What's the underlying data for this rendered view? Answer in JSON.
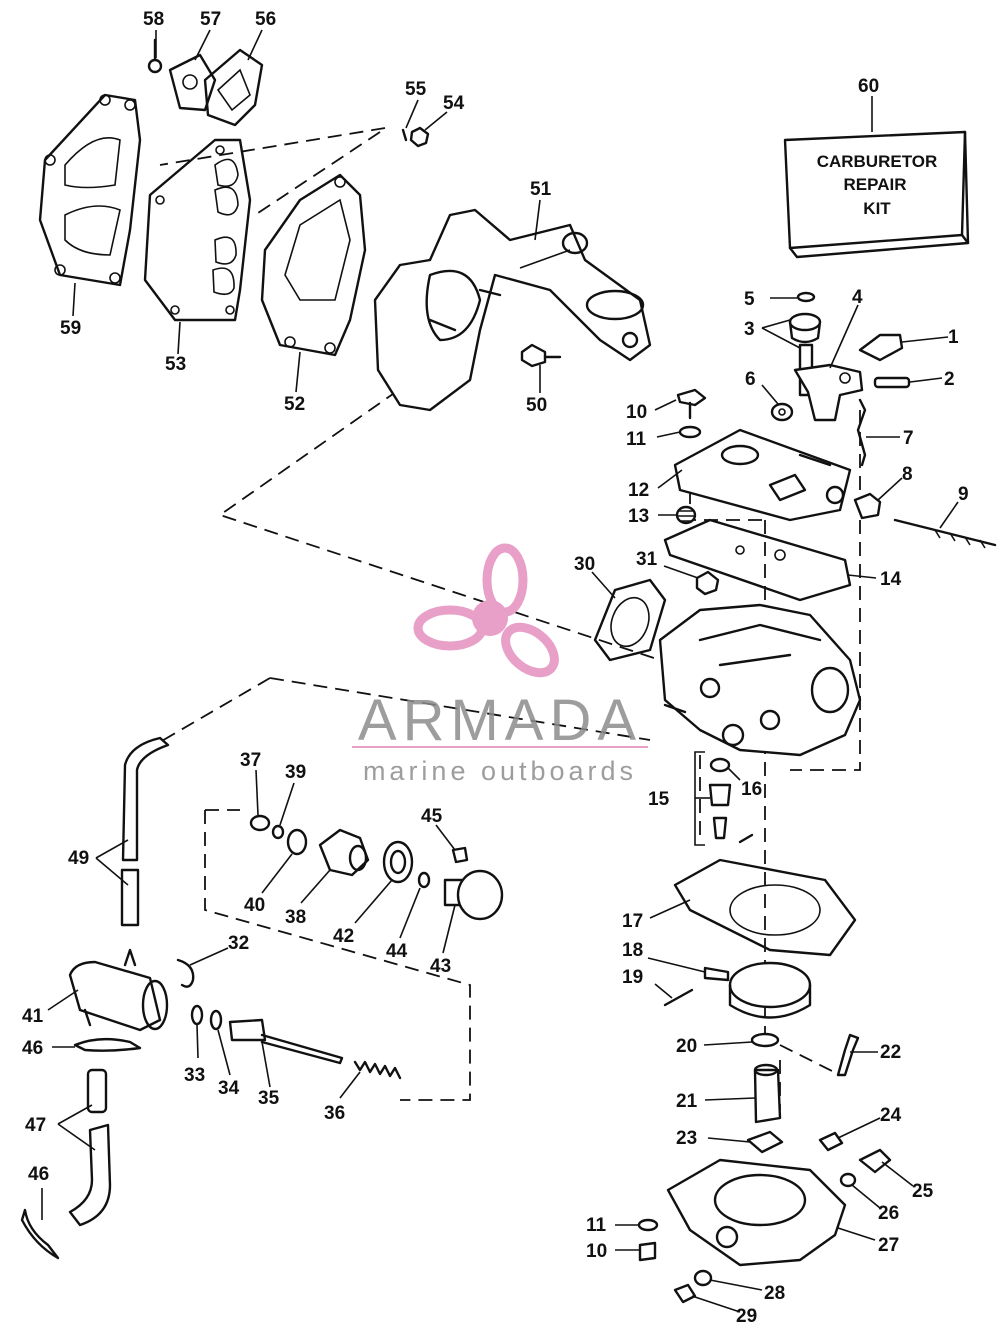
{
  "kit": {
    "line1": "CARBURETOR",
    "line2": "REPAIR",
    "line3": "KIT"
  },
  "watermark": {
    "brand": "ARMADA",
    "tagline": "marine outboards",
    "accent": "#e8a0c8"
  },
  "labels": [
    {
      "id": "58",
      "text": "58"
    },
    {
      "id": "57",
      "text": "57"
    },
    {
      "id": "56",
      "text": "56"
    },
    {
      "id": "55",
      "text": "55"
    },
    {
      "id": "54",
      "text": "54"
    },
    {
      "id": "60",
      "text": "60"
    },
    {
      "id": "51",
      "text": "51"
    },
    {
      "id": "59",
      "text": "59"
    },
    {
      "id": "53",
      "text": "53"
    },
    {
      "id": "52",
      "text": "52"
    },
    {
      "id": "50",
      "text": "50"
    },
    {
      "id": "5",
      "text": "5"
    },
    {
      "id": "4",
      "text": "4"
    },
    {
      "id": "3",
      "text": "3"
    },
    {
      "id": "1",
      "text": "1"
    },
    {
      "id": "2",
      "text": "2"
    },
    {
      "id": "6",
      "text": "6"
    },
    {
      "id": "10a",
      "text": "10"
    },
    {
      "id": "11a",
      "text": "11"
    },
    {
      "id": "7",
      "text": "7"
    },
    {
      "id": "12",
      "text": "12"
    },
    {
      "id": "8",
      "text": "8"
    },
    {
      "id": "9",
      "text": "9"
    },
    {
      "id": "13",
      "text": "13"
    },
    {
      "id": "14",
      "text": "14"
    },
    {
      "id": "30",
      "text": "30"
    },
    {
      "id": "31",
      "text": "31"
    },
    {
      "id": "37",
      "text": "37"
    },
    {
      "id": "39",
      "text": "39"
    },
    {
      "id": "16",
      "text": "16"
    },
    {
      "id": "15",
      "text": "15"
    },
    {
      "id": "45",
      "text": "45"
    },
    {
      "id": "49",
      "text": "49"
    },
    {
      "id": "40",
      "text": "40"
    },
    {
      "id": "38",
      "text": "38"
    },
    {
      "id": "42",
      "text": "42"
    },
    {
      "id": "44",
      "text": "44"
    },
    {
      "id": "43",
      "text": "43"
    },
    {
      "id": "17",
      "text": "17"
    },
    {
      "id": "32",
      "text": "32"
    },
    {
      "id": "18",
      "text": "18"
    },
    {
      "id": "19",
      "text": "19"
    },
    {
      "id": "41",
      "text": "41"
    },
    {
      "id": "46a",
      "text": "46"
    },
    {
      "id": "20",
      "text": "20"
    },
    {
      "id": "22",
      "text": "22"
    },
    {
      "id": "33",
      "text": "33"
    },
    {
      "id": "34",
      "text": "34"
    },
    {
      "id": "35",
      "text": "35"
    },
    {
      "id": "36",
      "text": "36"
    },
    {
      "id": "21",
      "text": "21"
    },
    {
      "id": "47",
      "text": "47"
    },
    {
      "id": "24",
      "text": "24"
    },
    {
      "id": "23",
      "text": "23"
    },
    {
      "id": "46b",
      "text": "46"
    },
    {
      "id": "25",
      "text": "25"
    },
    {
      "id": "26",
      "text": "26"
    },
    {
      "id": "11b",
      "text": "11"
    },
    {
      "id": "27",
      "text": "27"
    },
    {
      "id": "10b",
      "text": "10"
    },
    {
      "id": "28",
      "text": "28"
    },
    {
      "id": "29",
      "text": "29"
    }
  ]
}
